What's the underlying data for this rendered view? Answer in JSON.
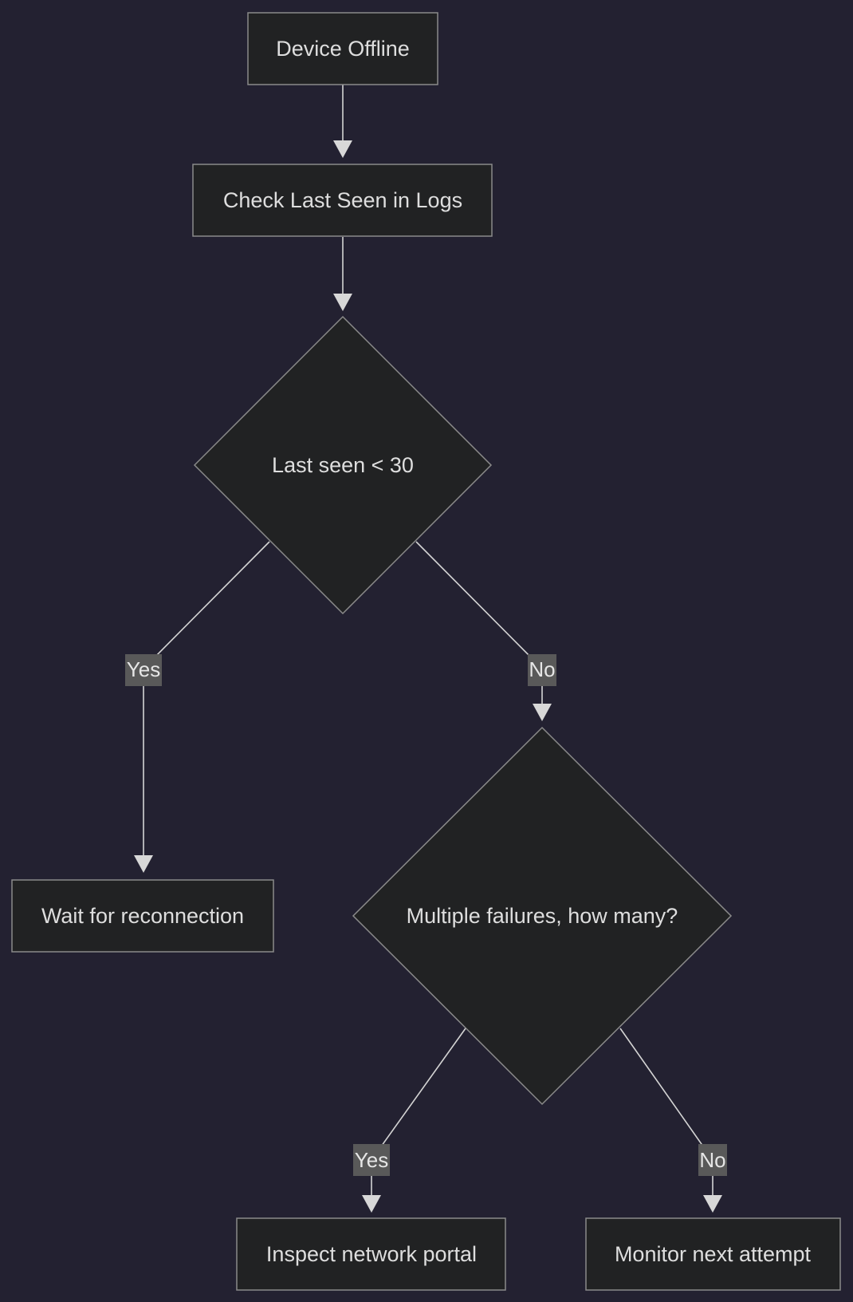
{
  "colors": {
    "background": "#232131",
    "node_fill": "#212223",
    "node_stroke": "#8a8a8a",
    "edge": "#d4d4d4",
    "text": "#dedede",
    "edge_label_bg": "#595959"
  },
  "nodes": {
    "device_offline": "Device Offline",
    "check_logs": "Check Last Seen in Logs",
    "last_seen": "Last seen < 30",
    "wait": "Wait for reconnection",
    "multiple_failures": "Multiple failures, how many?",
    "inspect_portal": "Inspect network portal",
    "monitor_next": "Monitor next attempt"
  },
  "edges": {
    "last_seen_yes": "Yes",
    "last_seen_no": "No",
    "failures_yes": "Yes",
    "failures_no": "No"
  }
}
